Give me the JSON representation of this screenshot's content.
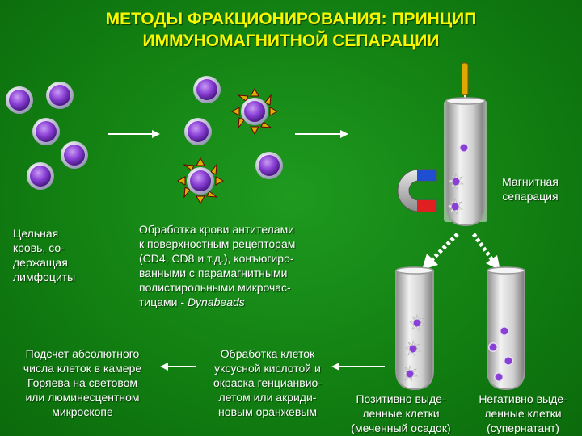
{
  "title": "МЕТОДЫ ФРАКЦИОНИРОВАНИЯ: ПРИНЦИП\nИММУНОМАГНИТНОЙ СЕПАРАЦИИ",
  "labels": {
    "whole_blood": "Цельная\nкровь, со-\nдержащая\nлимфоциты",
    "antibody_treatment_line1": "Обработка крови антителами\nк поверхностным рецепторам\n(CD4, CD8 и т.д.), конъюгиро-\nванными с парамагнитными\nполистирольными микрочас-\nтицами - ",
    "antibody_treatment_brand": "Dynabeads",
    "magnetic_separation": "Магнитная\nсепарация",
    "counting": "Подсчет абсолютного\nчисла клеток в камере\nГоряева на световом\nили люминесцентном\nмикроскопе",
    "staining": "Обработка клеток\nуксусной кислотой и\nокраска генцианвио-\nлетом или акриди-\nновым оранжевым",
    "positive": "Позитивно выде-\nленные клетки\n(меченный осадок)",
    "negative": "Негативно выде-\nленные клетки\n(супернатант)"
  },
  "colors": {
    "background": "#128012",
    "title": "#f7f700",
    "text": "#ffffff",
    "cell": "#8a3fd6",
    "magnet_blue": "#1f4fd0",
    "magnet_red": "#e02020",
    "spike": "#d9b200"
  }
}
